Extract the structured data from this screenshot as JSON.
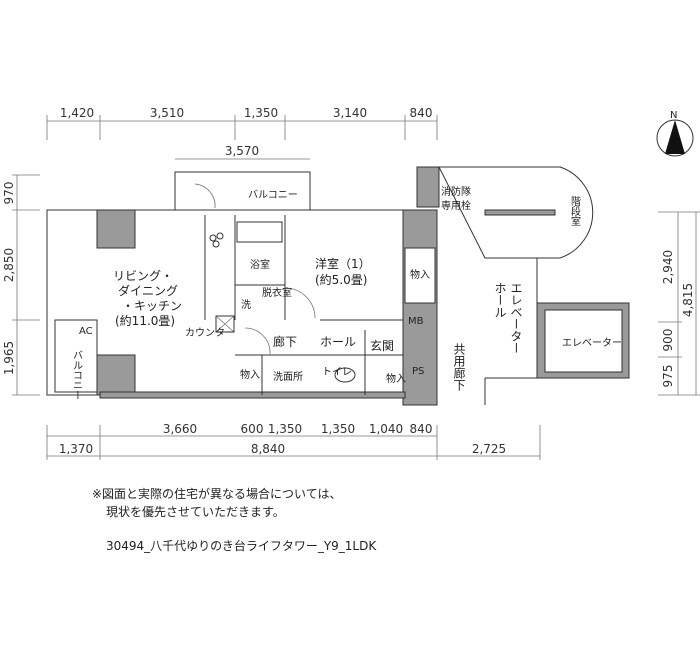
{
  "compass": {
    "label": "N"
  },
  "dims": {
    "top": [
      "1,420",
      "3,510",
      "1,350",
      "3,140",
      "840"
    ],
    "balcony": "3,570",
    "left": [
      "970",
      "2,850",
      "1,965"
    ],
    "bottom1": [
      "3,660",
      "600",
      "1,350",
      "1,350",
      "1,040",
      "840"
    ],
    "bottom2": [
      "1,370",
      "8,840",
      "2,725"
    ],
    "right": [
      "2,940",
      "900",
      "975"
    ],
    "right_total": "4,815"
  },
  "rooms": {
    "balcony_top": "バルコニー",
    "ldk": [
      "リビング・",
      "ダイニング",
      "・キッチン",
      "(約11.0畳)"
    ],
    "counter": "カウンター",
    "bath": "浴室",
    "wash": "洗",
    "dressing": "脱衣室",
    "western": [
      "洋室（1）",
      "(約5.0畳)"
    ],
    "storage": "物入",
    "corridor": "廊下",
    "hall": "ホール",
    "entrance": "玄関",
    "washroom": "洗面所",
    "toilet": "トイレ",
    "mb": "MB",
    "ps": "PS",
    "ac": "AC",
    "balcony_side": "バルコニー",
    "fire": [
      "消防隊",
      "専用栓"
    ],
    "stairs": "階段室",
    "ev_hall": [
      "エレベーター",
      "ホール"
    ],
    "elevator": "エレベーター",
    "common_corridor": "共用廊下"
  },
  "notes": {
    "line1": "※図面と実際の住宅が異なる場合については、",
    "line2": "現状を優先させていただきます。",
    "caption": "30494_八千代ゆりのき台ライフタワー_Y9_1LDK"
  }
}
